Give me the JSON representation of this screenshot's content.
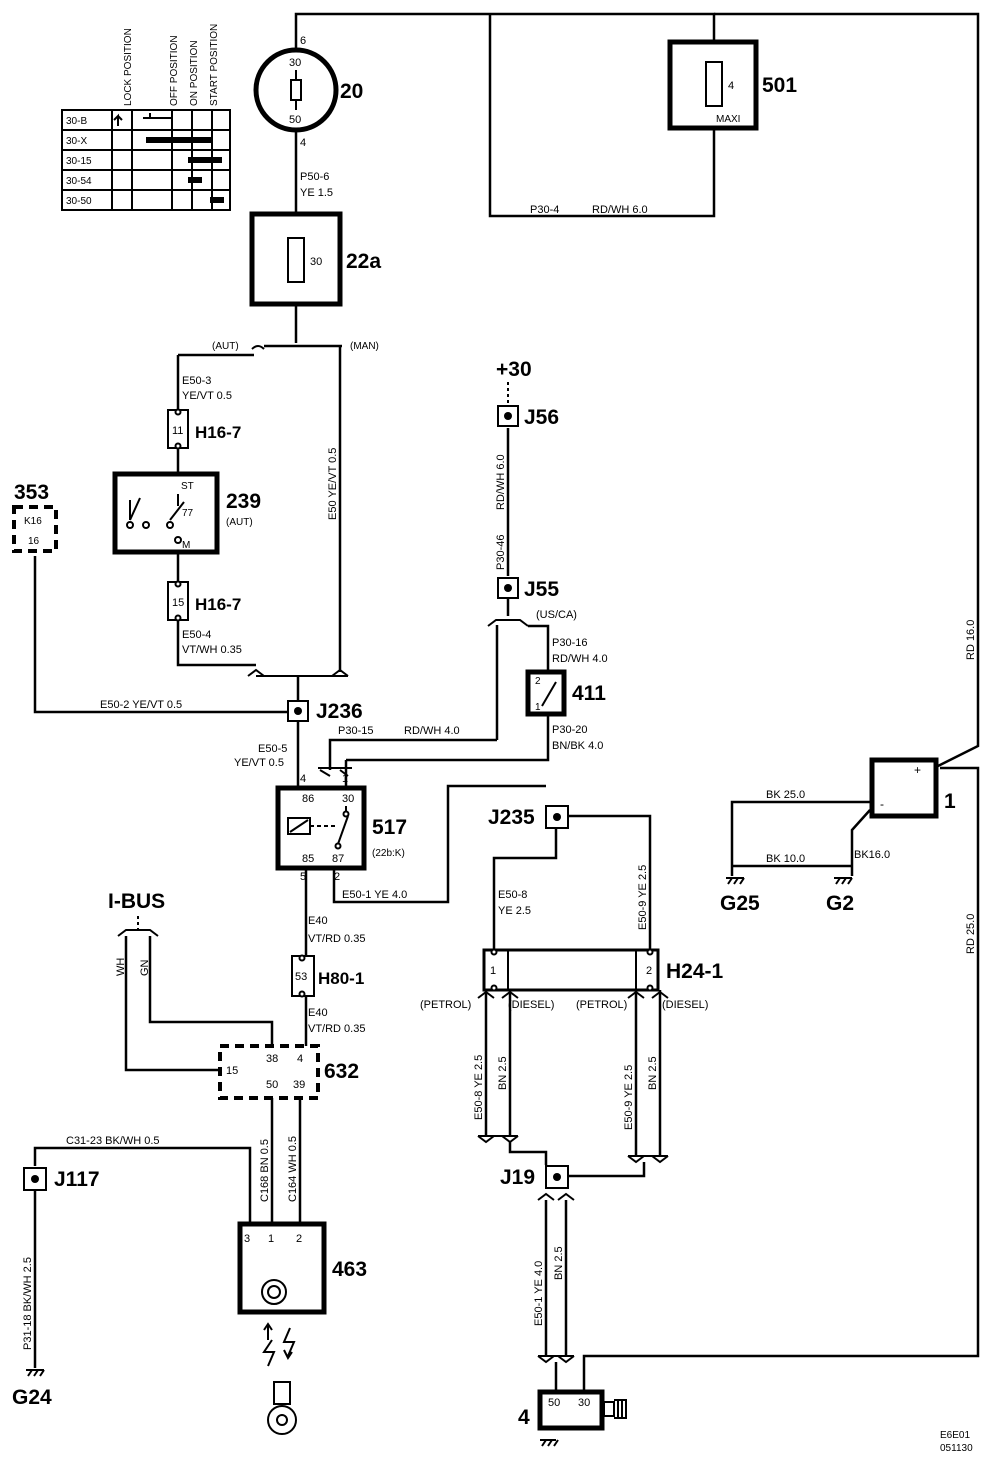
{
  "key_table": {
    "headers": [
      "LOCK POSITION",
      "OFF POSITION",
      "ON POSITION",
      "START POSITION"
    ],
    "rows": [
      "30-B",
      "30-X",
      "30-15",
      "30-54",
      "30-50"
    ]
  },
  "components": {
    "c20": {
      "id": "20",
      "pin_top": "30",
      "pin_bottom": "50",
      "pin_in": "6",
      "pin_out": "4"
    },
    "c501": {
      "id": "501",
      "pin": "4",
      "type": "MAXI"
    },
    "c22a": {
      "id": "22a",
      "pin": "30"
    },
    "c239": {
      "id": "239",
      "sub": "(AUT)",
      "st": "ST",
      "p77": "77",
      "m": "M"
    },
    "c353": {
      "id": "353",
      "k16": "K16",
      "p16": "16"
    },
    "c517": {
      "id": "517",
      "sub": "(22b:K)",
      "p86": "86",
      "p30": "30",
      "p85": "85",
      "p87": "87",
      "p4": "4",
      "p1": "1",
      "p5": "5",
      "p2": "2"
    },
    "c411": {
      "id": "411",
      "p2": "2",
      "p1": "1"
    },
    "c632": {
      "id": "632",
      "p15": "15",
      "p38": "38",
      "p4": "4",
      "p50": "50",
      "p39": "39"
    },
    "c463": {
      "id": "463",
      "p3": "3",
      "p1": "1",
      "p2": "2"
    },
    "c1": {
      "id": "1",
      "plus": "+",
      "minus": "-"
    },
    "c4": {
      "id": "4",
      "p50": "50",
      "p30": "30"
    },
    "h24": {
      "id": "H24-1",
      "p1": "1",
      "p2": "2"
    }
  },
  "connectors": {
    "h16a": {
      "id": "H16-7",
      "pin": "11"
    },
    "h16b": {
      "id": "H16-7",
      "pin": "15"
    },
    "h80": {
      "id": "H80-1",
      "pin": "53"
    },
    "j56": "J56",
    "j55": "J55",
    "j236": "J236",
    "j235": "J235",
    "j19": "J19",
    "j117": "J117",
    "plus30": "+30",
    "ibus": "I-BUS",
    "g25": "G25",
    "g2": "G2",
    "g24": "G24"
  },
  "wires": {
    "p50_6": "P50-6",
    "p50_6b": "YE  1.5",
    "p30_4": "P30-4",
    "p30_4b": "RD/WH   6.0",
    "aut": "(AUT)",
    "man": "(MAN)",
    "e50_3": "E50-3",
    "e50_3b": "YE/VT   0.5",
    "e50_vert": "E50  YE/VT   0.5",
    "e50_4": "E50-4",
    "e50_4b": "VT/WH   0.35",
    "e50_2": "E50-2  YE/VT   0.5",
    "p30_46": "P30-46",
    "p30_46b": "RD/WH  6.0",
    "usca": "(US/CA)",
    "p30_16": "P30-16",
    "p30_16b": "RD/WH   4.0",
    "p30_15": "P30-15",
    "p30_15b": "RD/WH     4.0",
    "p30_20": "P30-20",
    "p30_20b": "BN/BK    4.0",
    "e50_5": "E50-5",
    "e50_5b": "YE/VT  0.5",
    "e50_1": "E50-1  YE     4.0",
    "e40a": "E40",
    "e40ab": "VT/RD   0.35",
    "e40b": "E40",
    "e40bb": "VT/RD   0.35",
    "wh": "WH",
    "gn": "GN",
    "e50_8": "E50-8",
    "e50_8b": "YE    2.5",
    "e50_9": "E50-9   YE     2.5",
    "petrol1": "(PETROL)",
    "diesel1": "(DIESEL)",
    "petrol2": "(PETROL)",
    "diesel2": "(DIESEL)",
    "l1": "E50-8  YE  2.5",
    "l2": "BN  2.5",
    "l3": "E50-9  YE  2.5",
    "l4": "BN  2.5",
    "c31_23": "C31-23   BK/WH   0.5",
    "c168": "C168  BN  0.5",
    "c164": "C164  WH 0.5",
    "p31_18": "P31-18   BK/WH   2.5",
    "e50_1v": "E50-1  YE   4.0",
    "bnv": "BN   2.5",
    "rd16": "RD   16.0",
    "rd25": "RD   25.0",
    "bk25": "BK   25.0",
    "bk10": "BK   10.0",
    "bk16": "BK16.0"
  },
  "footer": {
    "code1": "E6E01",
    "code2": "051130"
  }
}
